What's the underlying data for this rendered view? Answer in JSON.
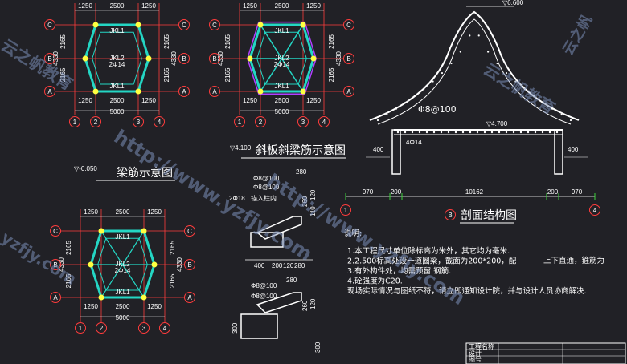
{
  "colors": {
    "background": "#212126",
    "grid_red": "#ff3c3c",
    "beam_cyan": "#24d6c4",
    "text_white": "#ffffff",
    "node_yellow": "#ffff40",
    "purple": "#b040ff",
    "green": "#3ad23a"
  },
  "titles": {
    "beam_rebar": "梁筋示意图",
    "slab_rebar": "斜板斜梁筋示意图",
    "section": "剖面结构图",
    "section_grid_letter": "B"
  },
  "levels": {
    "beam_plan": "-0.050",
    "slab_plan": "4.100",
    "top": "6.600",
    "eave": "4.700"
  },
  "plan_dims": {
    "top": [
      "1250",
      "2500",
      "1250"
    ],
    "total": "5000",
    "side_total": "4330",
    "side_part": "2165"
  },
  "grid": {
    "cols": [
      "1",
      "2",
      "3",
      "4"
    ],
    "rows": [
      "A",
      "B",
      "C"
    ]
  },
  "section_dims": {
    "left_eave": "970",
    "left_col": "200",
    "span": "10162",
    "right_col": "200",
    "right_eave": "970",
    "left_grid": "1",
    "right_grid": "4",
    "h_left": "400",
    "h_right": "400",
    "rebar_main": "Φ8@100",
    "rebar_small": "4Φ14"
  },
  "details": {
    "d1_top": "280",
    "d1_rebar1": "Φ8@100",
    "d1_rebar2": "Φ8@100",
    "d1_bar": "2Φ18",
    "d1_bar_note": "锚入柱内",
    "d1_h1": "260",
    "d1_h2": "120",
    "d1_h3": "110",
    "d1_bottom": [
      "400",
      "200",
      "120",
      "280"
    ],
    "d2_top": "280",
    "d2_rebar1": "Φ8@100",
    "d2_rebar2": "Φ8@100",
    "d2_h1": "260",
    "d2_h2": "120",
    "d2_left": "300",
    "d2_bottom": "300"
  },
  "notes": {
    "heading": "说明:",
    "lines": [
      "1.本工程尺寸单位除标高为米外，其它均为毫米.",
      "2.2.500标高处设一道圈梁，截面为200*200，配",
      "3.有外构件处，均需预留      钢筋.",
      "4.砼强度为C20.",
      "现场实际情况与图纸不符，请立即通知设计院，并与设计人员协商解决."
    ],
    "line2_tail": "上下直通，箍筋为"
  },
  "plan_labels": {
    "beam": "JKL1",
    "beam_mid": "JKL2",
    "beam_small": "2Φ14"
  },
  "watermarks": [
    "http://www.yzfjy.com",
    "云之帆教育",
    "yzfjy.com",
    "云之帆"
  ],
  "title_block": {
    "row1": "工程名称",
    "row2": "设计",
    "row3": "图号"
  }
}
